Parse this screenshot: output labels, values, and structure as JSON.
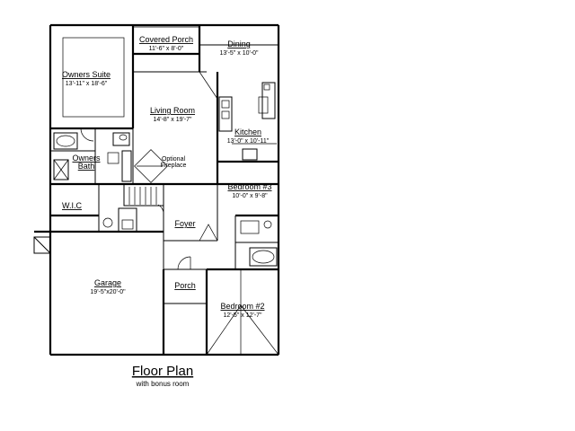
{
  "plan": {
    "title": "Floor Plan",
    "subtitle": "with bonus room",
    "rooms": {
      "covered_porch": {
        "name": "Covered Porch",
        "dim": "11'-6\" x 8'-0\""
      },
      "dining": {
        "name": "Dining",
        "dim": "13'-5\" x 10'-0\""
      },
      "owners_suite": {
        "name": "Owners Suite",
        "dim": "13'-11\" x 18'-6\""
      },
      "living_room": {
        "name": "Living Room",
        "dim": "14'-8\" x 19'-7\""
      },
      "kitchen": {
        "name": "Kitchen",
        "dim": "13'-0\" x 10'-11\""
      },
      "owners_bath": {
        "name1": "Owners",
        "name2": "Bath"
      },
      "optional_fireplace": {
        "line1": "Optional",
        "line2": "Fireplace"
      },
      "bedroom3": {
        "name": "Bedroom #3",
        "dim": "10'-0\" x 9'-8\""
      },
      "wic": {
        "name": "W.I.C"
      },
      "foyer": {
        "name": "Foyer"
      },
      "garage": {
        "name": "Garage",
        "dim": "19'-5\"x20'-0\""
      },
      "porch": {
        "name": "Porch"
      },
      "bedroom2": {
        "name": "Bedroom #2",
        "dim": "12'-5\" x 12'-7\""
      }
    }
  }
}
